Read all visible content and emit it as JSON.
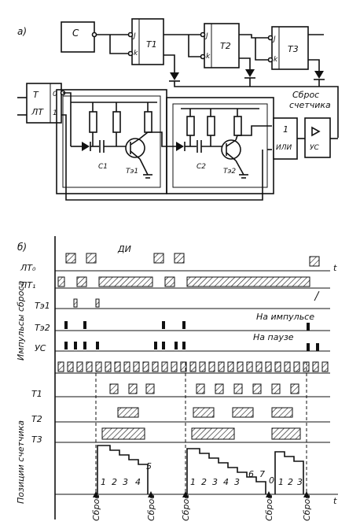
{
  "circuit": {
    "panel_label": "а)",
    "gen_label": "С",
    "ff1_label": "Т1",
    "ff2_label": "Т2",
    "ff3_label": "Т3",
    "pin_j": "J",
    "pin_k": "k",
    "lt_label": "Т",
    "lt_sub": "ЛТ",
    "lt_out0": "0",
    "lt_out1": "1",
    "c1_label": "С1",
    "c2_label": "С2",
    "te1_label": "Тэ1",
    "te2_label": "Тэ2",
    "or_num": "1",
    "or_label": "ИЛИ",
    "amp_label": "УС",
    "reset_line1": "Сброс",
    "reset_line2": "счетчика"
  },
  "timing": {
    "panel_label": "б)",
    "di_label": "ДИ",
    "t_label": "t",
    "row_labels": [
      "ЛТ₀",
      "ЛТ₁",
      "Тэ1",
      "Тэ2",
      "УС",
      "",
      "Т1",
      "Т2",
      "Т3"
    ],
    "impulse_group_label": "Импульсы сброса",
    "on_pulse_label": "На импульсе",
    "on_pause_label": "На паузе",
    "positions_label": "Позиции счетчика",
    "reset_label": "Сброс",
    "count_sequence_1": [
      "1",
      "2",
      "3",
      "4",
      "5"
    ],
    "count_sequence_2": [
      "1",
      "2",
      "3",
      "4",
      "3",
      "6",
      "7",
      "0"
    ],
    "count_sequence_3": [
      "1",
      "2",
      "3"
    ]
  }
}
